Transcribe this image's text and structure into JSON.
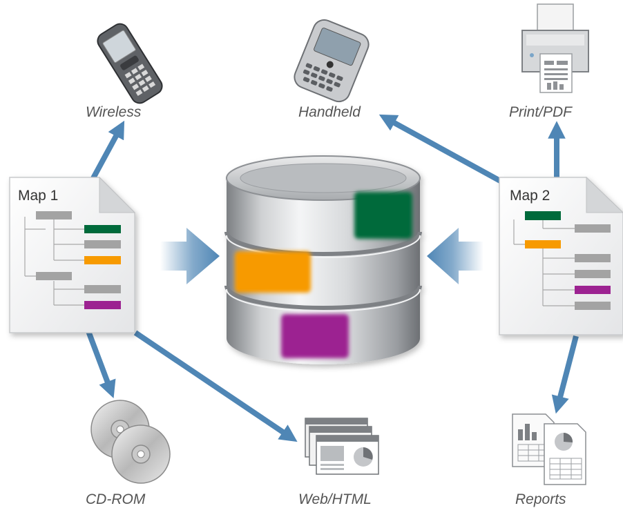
{
  "outputs": {
    "wireless": "Wireless",
    "handheld": "Handheld",
    "print": "Print/PDF",
    "cdrom": "CD-ROM",
    "web": "Web/HTML",
    "reports": "Reports"
  },
  "maps": {
    "map1": "Map 1",
    "map2": "Map 2"
  },
  "colors": {
    "arrow": "#4f86b5",
    "green": "#056b3a",
    "orange": "#f79a00",
    "purple": "#9c2491",
    "gray": "#a3a3a3"
  },
  "icons": [
    "mobile-phone-icon",
    "handheld-device-icon",
    "printer-icon",
    "cd-rom-icon",
    "web-page-icon",
    "reports-icon",
    "database-icon",
    "document-icon"
  ]
}
